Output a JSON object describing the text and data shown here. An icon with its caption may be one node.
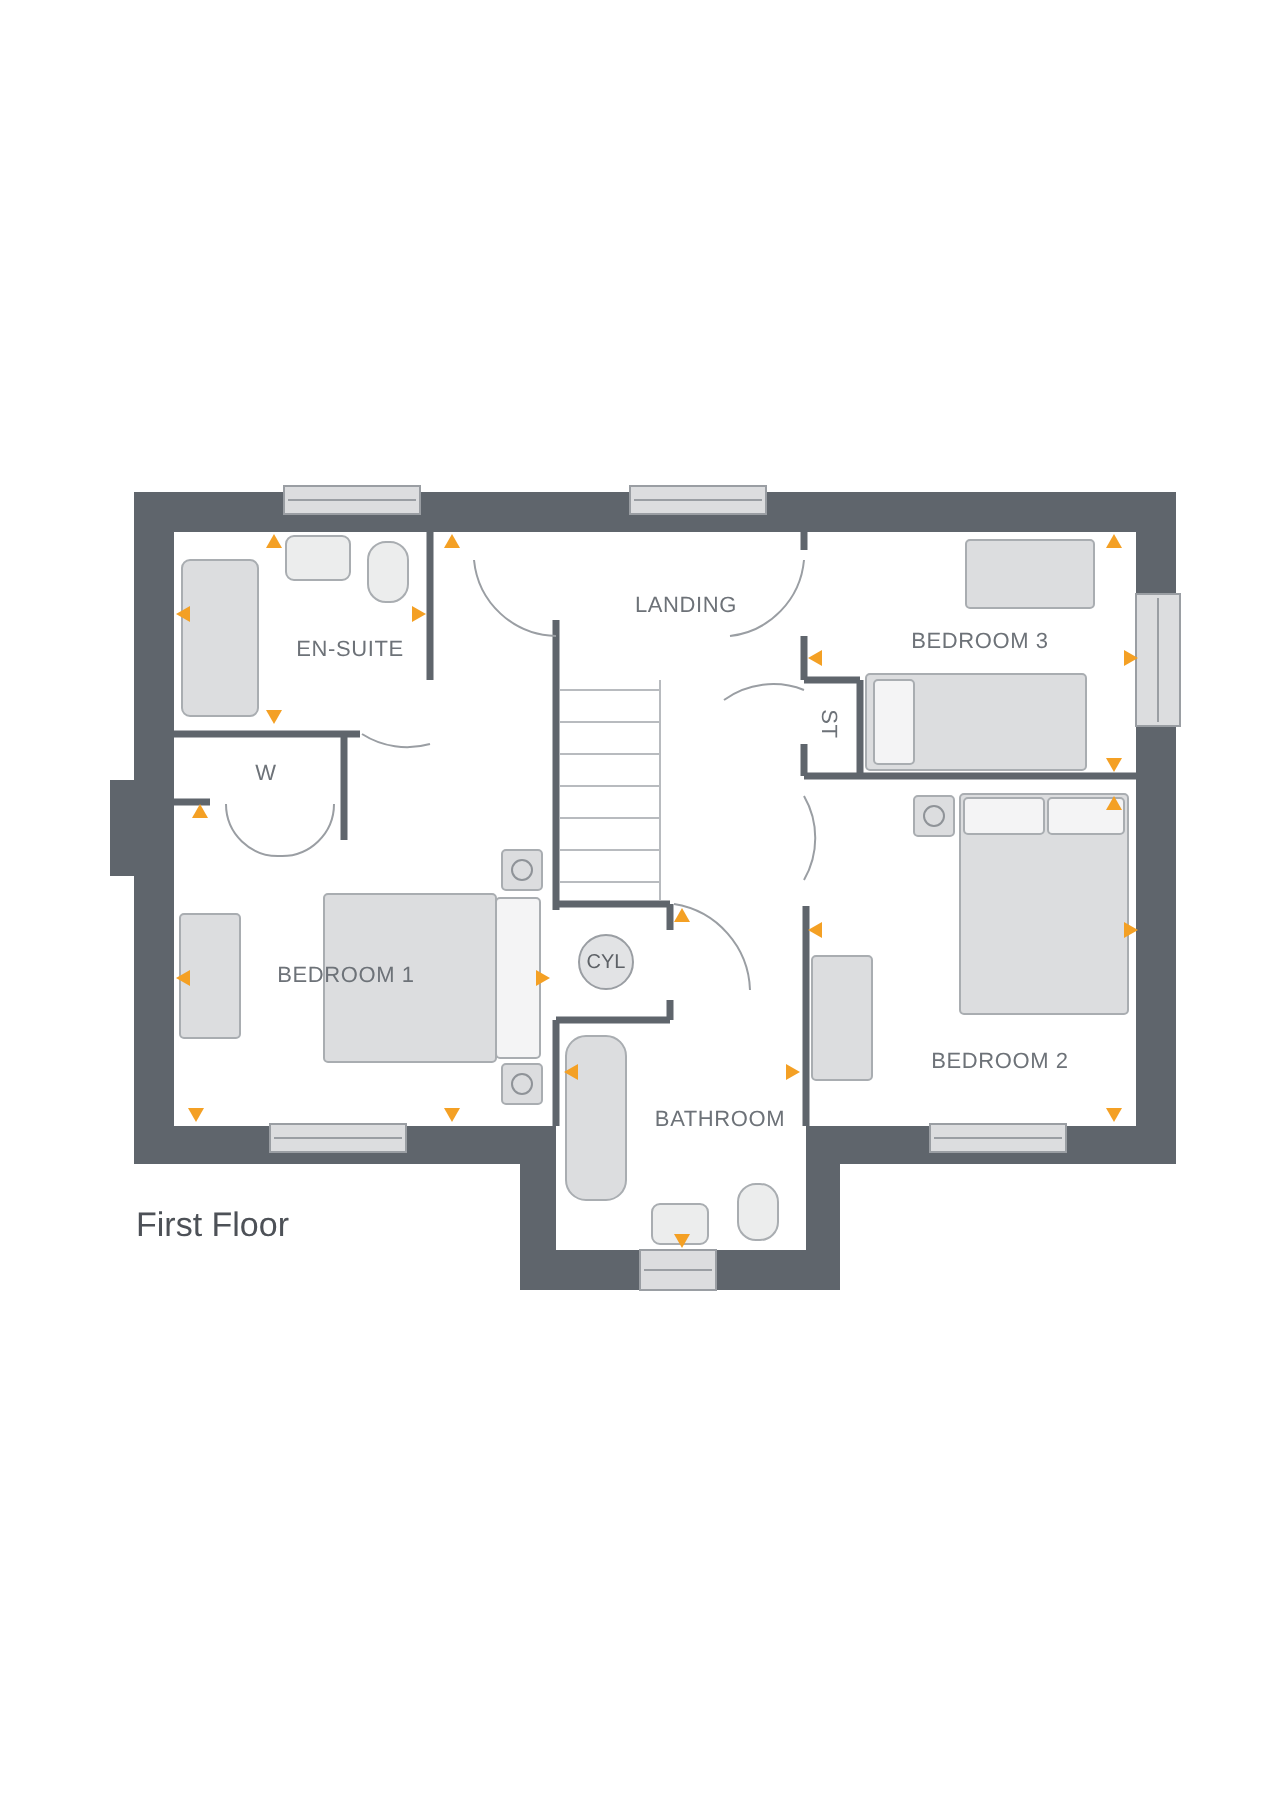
{
  "diagram": {
    "title": "First Floor",
    "nodes": [
      {
        "text": [
          "LANDING"
        ]
      },
      {
        "text": [
          "EN-SUITE"
        ]
      },
      {
        "text": [
          "BEDROOM 3"
        ]
      },
      {
        "text": [
          "ST"
        ]
      },
      {
        "text": [
          "W"
        ]
      },
      {
        "text": [
          "CYL"
        ]
      },
      {
        "text": [
          "BEDROOM 1"
        ]
      },
      {
        "text": [
          "BEDROOM 2"
        ]
      },
      {
        "text": [
          "BATHROOM"
        ]
      }
    ]
  }
}
